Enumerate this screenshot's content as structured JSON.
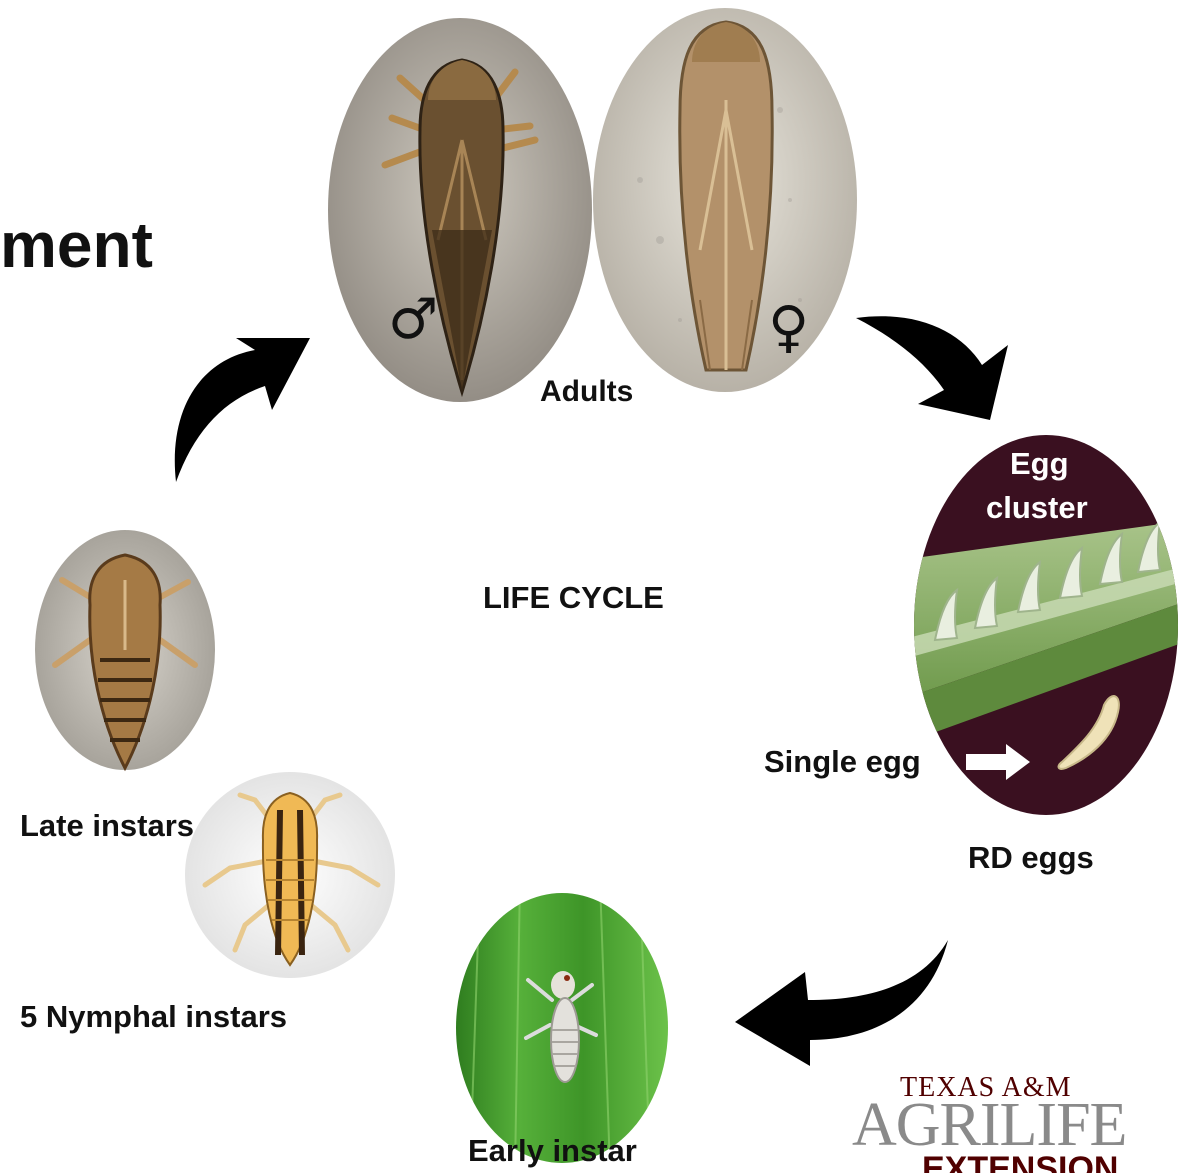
{
  "header": {
    "title_fragment": "ment"
  },
  "diagram": {
    "center_label": "LIFE CYCLE",
    "stages": {
      "adults": {
        "label": "Adults",
        "male_symbol": "♂",
        "female_symbol": "♀"
      },
      "eggs": {
        "label": "RD eggs",
        "cluster_label_line1": "Egg",
        "cluster_label_line2": "cluster",
        "single_egg_label": "Single egg"
      },
      "early_instar": {
        "label": "Early instar"
      },
      "late_instars": {
        "label": "Late instars"
      },
      "nymphal": {
        "label": "5 Nymphal instars"
      }
    }
  },
  "logo": {
    "line1": "TEXAS A&M",
    "line2": "AGRILIFE",
    "line3": "EXTENSION"
  },
  "colors": {
    "egg_background": "#3a1020",
    "leaf_green": "#3f9a2a",
    "logo_maroon": "#500000",
    "logo_gray": "#8a8a8a"
  }
}
